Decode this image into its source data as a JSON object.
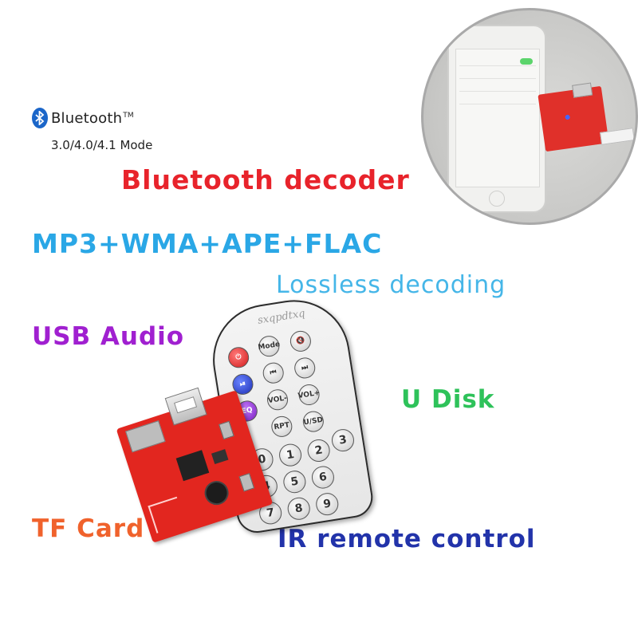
{
  "bluetooth": {
    "brand": "Bluetooth",
    "tm": "TM",
    "mode": "3.0/4.0/4.1 Mode"
  },
  "features": {
    "title": "Bluetooth decoder",
    "formats": "MP3+WMA+APE+FLAC",
    "lossless": "Lossless decoding",
    "usb_audio": "USB Audio",
    "udisk": "U Disk",
    "tf_card": "TF Card",
    "ir": "IR remote control"
  },
  "colors": {
    "title": "#e8232b",
    "formats": "#2aa7e6",
    "lossless": "#45b6e8",
    "usb_audio": "#a020d0",
    "udisk": "#2ec25a",
    "tf_card": "#f0622c",
    "ir": "#2233aa"
  },
  "remote": {
    "watermark": "sxqpdtxq",
    "buttons": [
      "⏻",
      "Mode",
      "🔇",
      "⏮",
      "⏭",
      "⏯",
      "VOL-",
      "VOL+",
      "EQ",
      "RPT",
      "U/SD",
      "0",
      "1",
      "2",
      "3",
      "4",
      "5",
      "6",
      "7",
      "8",
      "9"
    ]
  },
  "icons": {
    "bluetooth": "bluetooth-icon"
  }
}
